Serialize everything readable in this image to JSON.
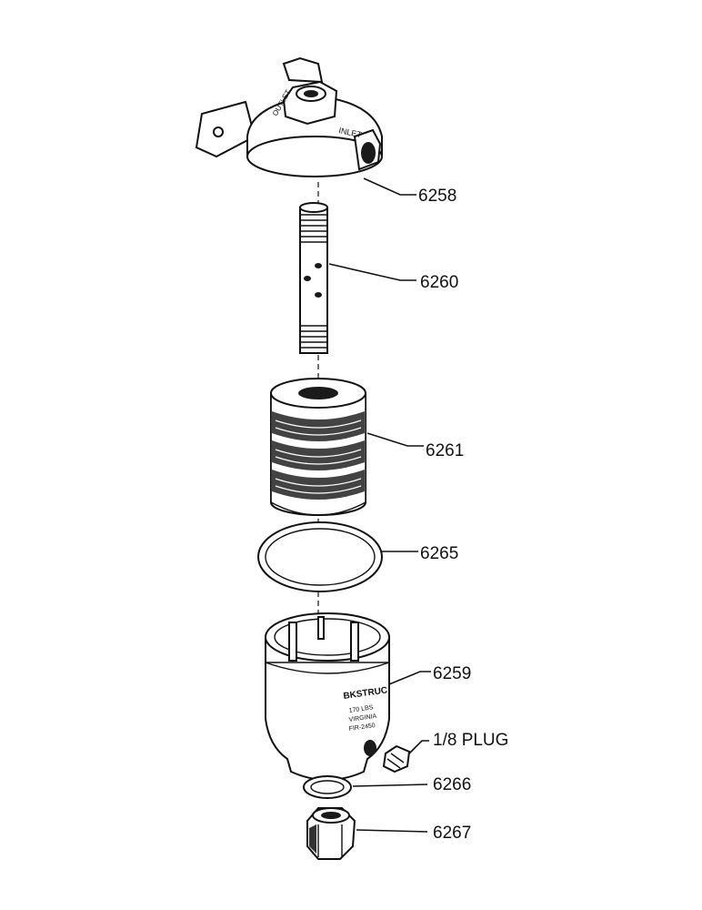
{
  "diagram": {
    "parts": [
      {
        "id": "head",
        "number": "6258"
      },
      {
        "id": "center-tube",
        "number": "6260"
      },
      {
        "id": "element",
        "number": "6261"
      },
      {
        "id": "gasket",
        "number": "6265"
      },
      {
        "id": "bowl",
        "number": "6259"
      },
      {
        "id": "plug",
        "number": "1/8 PLUG"
      },
      {
        "id": "washer",
        "number": "6266"
      },
      {
        "id": "nut",
        "number": "6267"
      }
    ],
    "markings": {
      "head_inlet": "INLET",
      "head_outlet": "OUTLET",
      "bowl_line1": "BKSTRUC",
      "bowl_line2": "170 LBS",
      "bowl_line3": "VIRGINIA",
      "bowl_line4": "FIR-2450"
    }
  }
}
